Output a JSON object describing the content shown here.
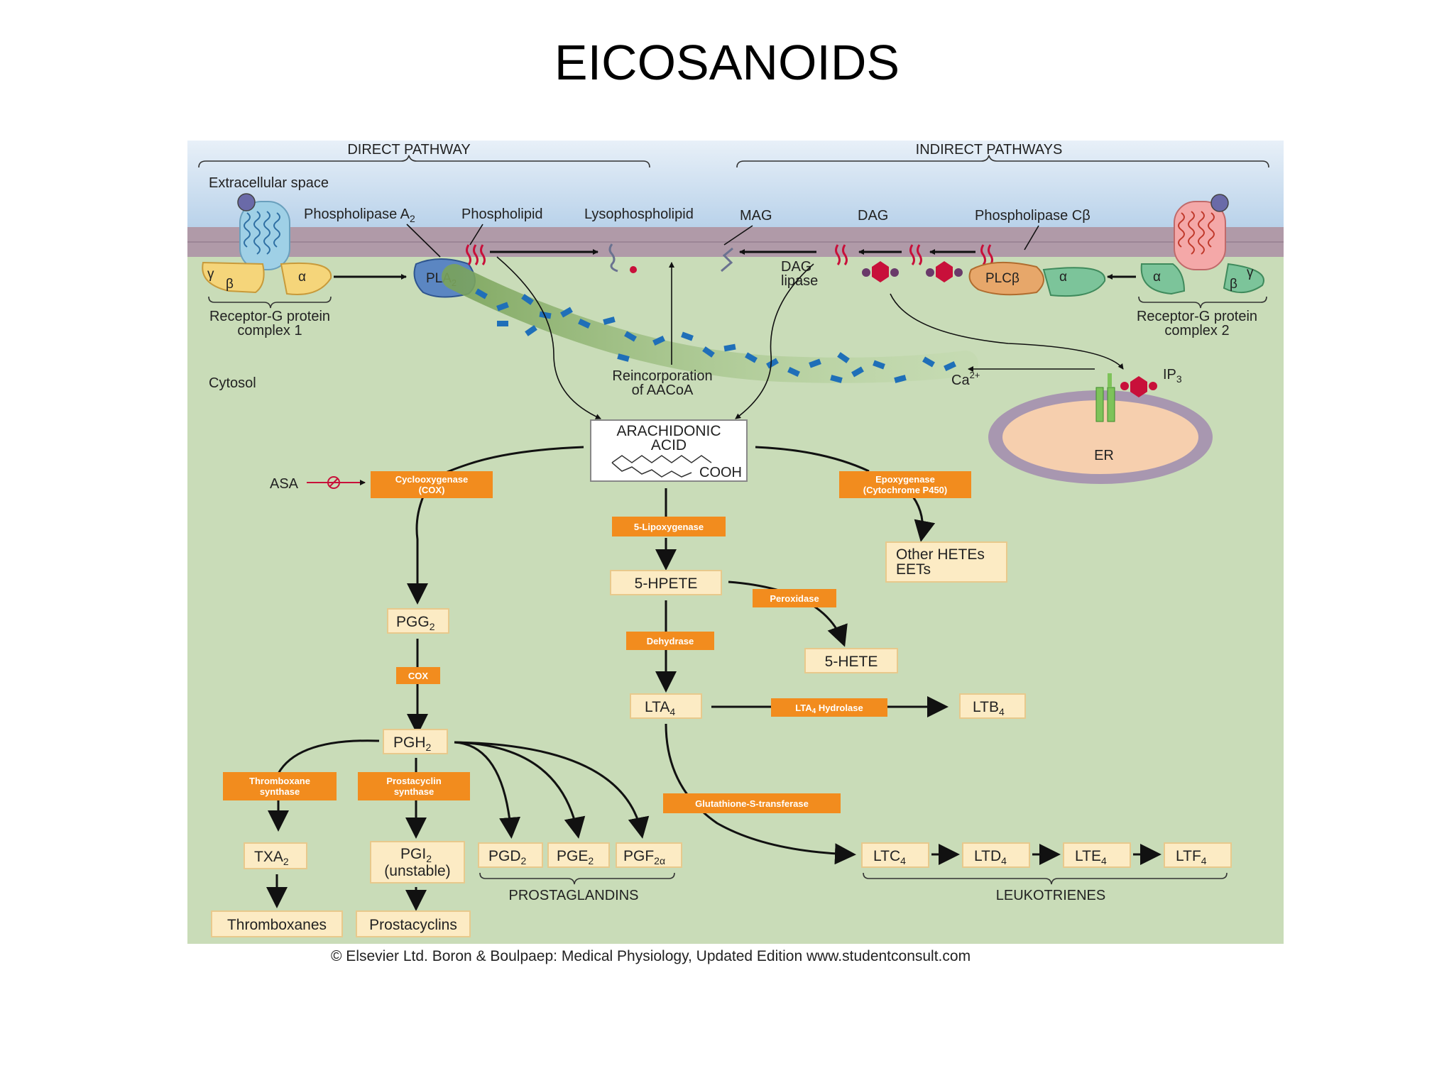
{
  "title": "EICOSANOIDS",
  "header": {
    "direct": "DIRECT PATHWAY",
    "indirect": "INDIRECT PATHWAYS"
  },
  "regions": {
    "extracellular": "Extracellular space",
    "cytosol": "Cytosol",
    "er": "ER"
  },
  "membrane_labels": {
    "pla2_name": "Phospholipase A",
    "pla2_sub": "2",
    "phospholipid": "Phospholipid",
    "lysophospholipid": "Lysophospholipid",
    "mag": "MAG",
    "dag": "DAG",
    "plcb_name": "Phospholipase Cβ",
    "dag_lipase_1": "DAG",
    "dag_lipase_2": "lipase"
  },
  "proteins": {
    "pla2": "PLA",
    "pla2_sub": "2",
    "plcb": "PLCβ",
    "gamma": "γ",
    "beta": "β",
    "alpha": "α",
    "receptor1_line1": "Receptor-G protein",
    "receptor1_line2": "complex 1",
    "receptor2_line1": "Receptor-G protein",
    "receptor2_line2": "complex 2"
  },
  "signals": {
    "ip3": "IP",
    "ip3_sub": "3",
    "ca": "Ca",
    "ca_sup": "2+"
  },
  "reincorporation": {
    "line1": "Reincorporation",
    "line2": "of AACoA"
  },
  "arachidonic": {
    "line1": "ARACHIDONIC",
    "line2": "ACID",
    "cooh": "COOH"
  },
  "asa": "ASA",
  "enzymes": {
    "cox1": "Cyclooxygenase",
    "cox2": "(COX)",
    "lipox": "5-Lipoxygenase",
    "epox1": "Epoxygenase",
    "epox2": "(Cytochrome P450)",
    "peroxidase": "Peroxidase",
    "cox_short": "COX",
    "dehydrase": "Dehydrase",
    "lta4_hydrolase": "LTA",
    "lta4_hydrolase_sub": "4",
    "lta4_hydrolase_rest": " Hydrolase",
    "txa_synth1": "Thromboxane",
    "txa_synth2": "synthase",
    "pgi_synth1": "Prostacyclin",
    "pgi_synth2": "synthase",
    "gst": "Glutathione-S-transferase"
  },
  "metabolites": {
    "other_hetes_1": "Other HETEs",
    "other_hetes_2": "EETs",
    "hpete": "5-HPETE",
    "hete": "5-HETE",
    "pgg": "PGG",
    "pgg_sub": "2",
    "pgh": "PGH",
    "pgh_sub": "2",
    "lta": "LTA",
    "lta_sub": "4",
    "ltb": "LTB",
    "ltb_sub": "4",
    "txa": "TXA",
    "txa_sub": "2",
    "pgi": "PGI",
    "pgi_sub": "2",
    "pgi_note": "(unstable)",
    "pgd": "PGD",
    "pgd_sub": "2",
    "pge": "PGE",
    "pge_sub": "2",
    "pgf": "PGF",
    "pgf_sub": "2α",
    "ltc": "LTC",
    "ltc_sub": "4",
    "ltd": "LTD",
    "ltd_sub": "4",
    "lte": "LTE",
    "lte_sub": "4",
    "ltf": "LTF",
    "ltf_sub": "4",
    "thromboxanes": "Thromboxanes",
    "prostacyclins": "Prostacyclins"
  },
  "groups": {
    "prostaglandins": "PROSTAGLANDINS",
    "leukotrienes": "LEUKOTRIENES"
  },
  "credit": "© Elsevier Ltd. Boron & Boulpaep: Medical Physiology, Updated Edition    www.studentconsult.com",
  "colors": {
    "cytosol": "#c9dcb8",
    "extracellular": "#cfe0ee",
    "membrane": "#b09aa8",
    "enzyme": "#f28c1e",
    "box_fill": "#fcebc4",
    "ca_blue": "#1f6fb8",
    "lipid_red": "#c8103a",
    "er_outer": "#a897b0",
    "er_inner": "#f6cfae"
  }
}
